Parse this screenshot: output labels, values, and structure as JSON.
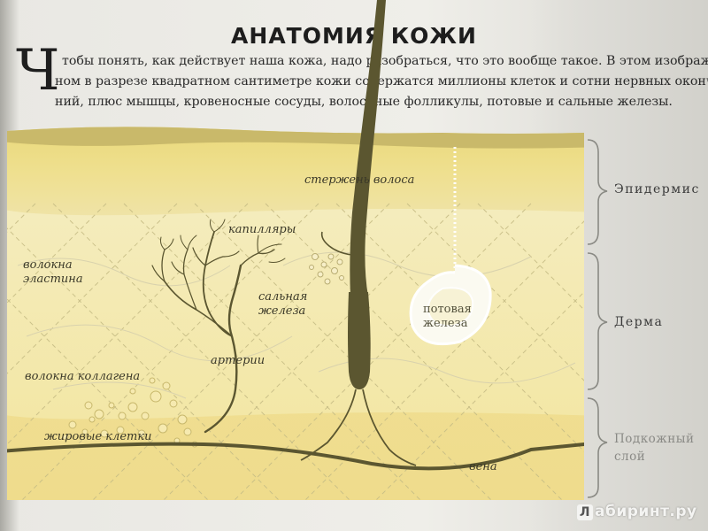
{
  "heading": {
    "title": "АНАТОМИЯ КОЖИ",
    "drop_cap": "Ч",
    "intro_lines": [
      "тобы понять, как действует наша кожа, надо разобраться, что это вообще такое. В этом изображен-",
      "ном в разрезе квадратном сантиметре кожи содержатся миллионы клеток и сотни нервных оконча-",
      "ний, плюс мышцы, кровеносные сосуды, волосяные фолликулы, потовые и сальные железы."
    ]
  },
  "diagram": {
    "labels": {
      "hair_shaft": "стержень волоса",
      "capillaries": "капилляры",
      "elastin_fibers": "волокна\nэластина",
      "sebaceous_gland": "сальная\nжелеза",
      "sweat_gland": "потовая\nжелеза",
      "arteries": "артерии",
      "collagen_fibers": "волокна коллагена",
      "fat_cells": "жировые клетки",
      "vein": "вена"
    },
    "layers": {
      "epidermis": "Эпидермис",
      "dermis": "Дерма",
      "subcutaneous": "Подкожный\nслой"
    },
    "colors": {
      "epidermis_top": "#c9b96a",
      "epidermis": "#efe08e",
      "dermis": "#f3eaa8",
      "hypodermis": "#f2e39a",
      "vessel": "#5b5630"
    }
  },
  "watermark": {
    "badge": "Л",
    "text": "абиринт.ру"
  }
}
